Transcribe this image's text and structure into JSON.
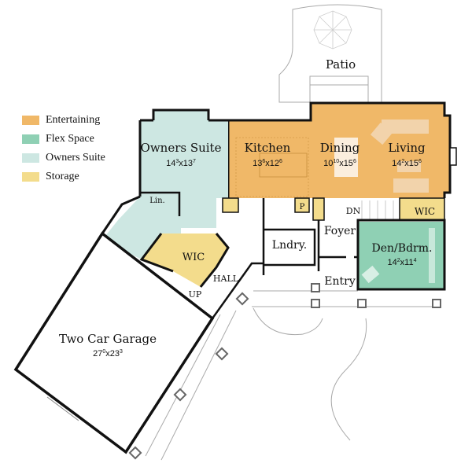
{
  "legend": {
    "items": [
      {
        "label": "Entertaining",
        "color": "#f0b868"
      },
      {
        "label": "Flex Space",
        "color": "#8fd0b4"
      },
      {
        "label": "Owners Suite",
        "color": "#cde7e2"
      },
      {
        "label": "Storage",
        "color": "#f3dc8c"
      }
    ]
  },
  "rooms": {
    "patio": {
      "name": "Patio"
    },
    "owners_suite": {
      "name": "Owners Suite",
      "dim_a": "14",
      "sup_a": "3",
      "dim_b": "13",
      "sup_b": "7"
    },
    "kitchen": {
      "name": "Kitchen",
      "dim_a": "13",
      "sup_a": "6",
      "dim_b": "12",
      "sup_b": "6"
    },
    "dining": {
      "name": "Dining",
      "dim_a": "10",
      "sup_a": "10",
      "dim_b": "15",
      "sup_b": "6"
    },
    "living": {
      "name": "Living",
      "dim_a": "14",
      "sup_a": "2",
      "dim_b": "15",
      "sup_b": "6"
    },
    "linen": {
      "name": "Lin."
    },
    "pantry": {
      "name": "P"
    },
    "dn": {
      "name": "DN"
    },
    "wic_den": {
      "name": "WIC"
    },
    "foyer": {
      "name": "Foyer"
    },
    "laundry": {
      "name": "Lndry."
    },
    "wic_owner": {
      "name": "WIC"
    },
    "hall": {
      "name": "HALL"
    },
    "up": {
      "name": "UP"
    },
    "entry": {
      "name": "Entry"
    },
    "den": {
      "name": "Den/Bdrm.",
      "dim_a": "14",
      "sup_a": "2",
      "dim_b": "11",
      "sup_b": "4"
    },
    "garage": {
      "name": "Two Car Garage",
      "dim_a": "27",
      "sup_a": "0",
      "dim_b": "23",
      "sup_b": "3"
    }
  },
  "colors": {
    "entertaining": "#f0b868",
    "flex": "#8fd0b4",
    "owners": "#cde7e2",
    "storage": "#f3dc8c",
    "wall": "#111111",
    "thin": "#9a9a9a"
  }
}
